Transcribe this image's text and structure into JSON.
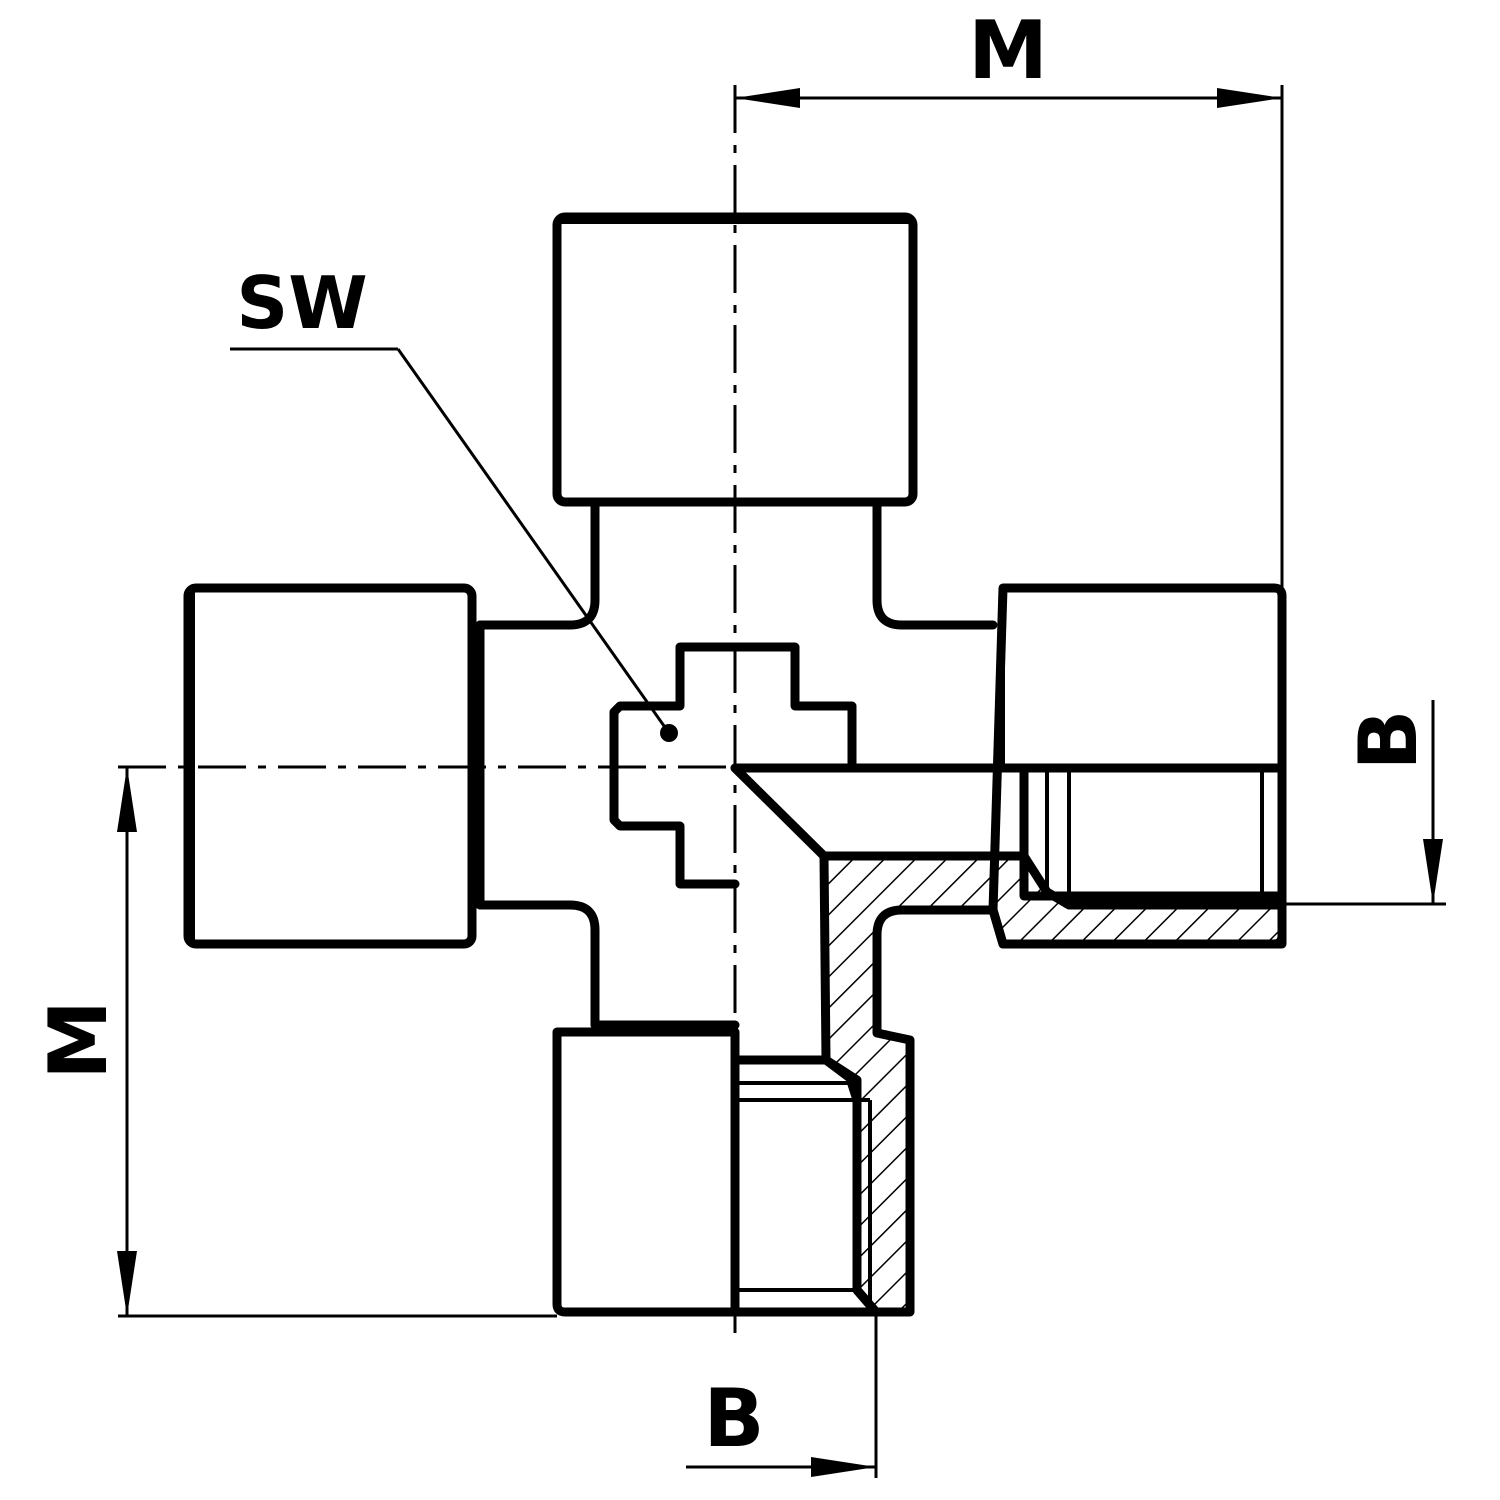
{
  "labels": {
    "wrench_size": "SW",
    "dimension_top": "M",
    "dimension_left": "M",
    "thread_right": "B",
    "thread_bottom": "B"
  }
}
